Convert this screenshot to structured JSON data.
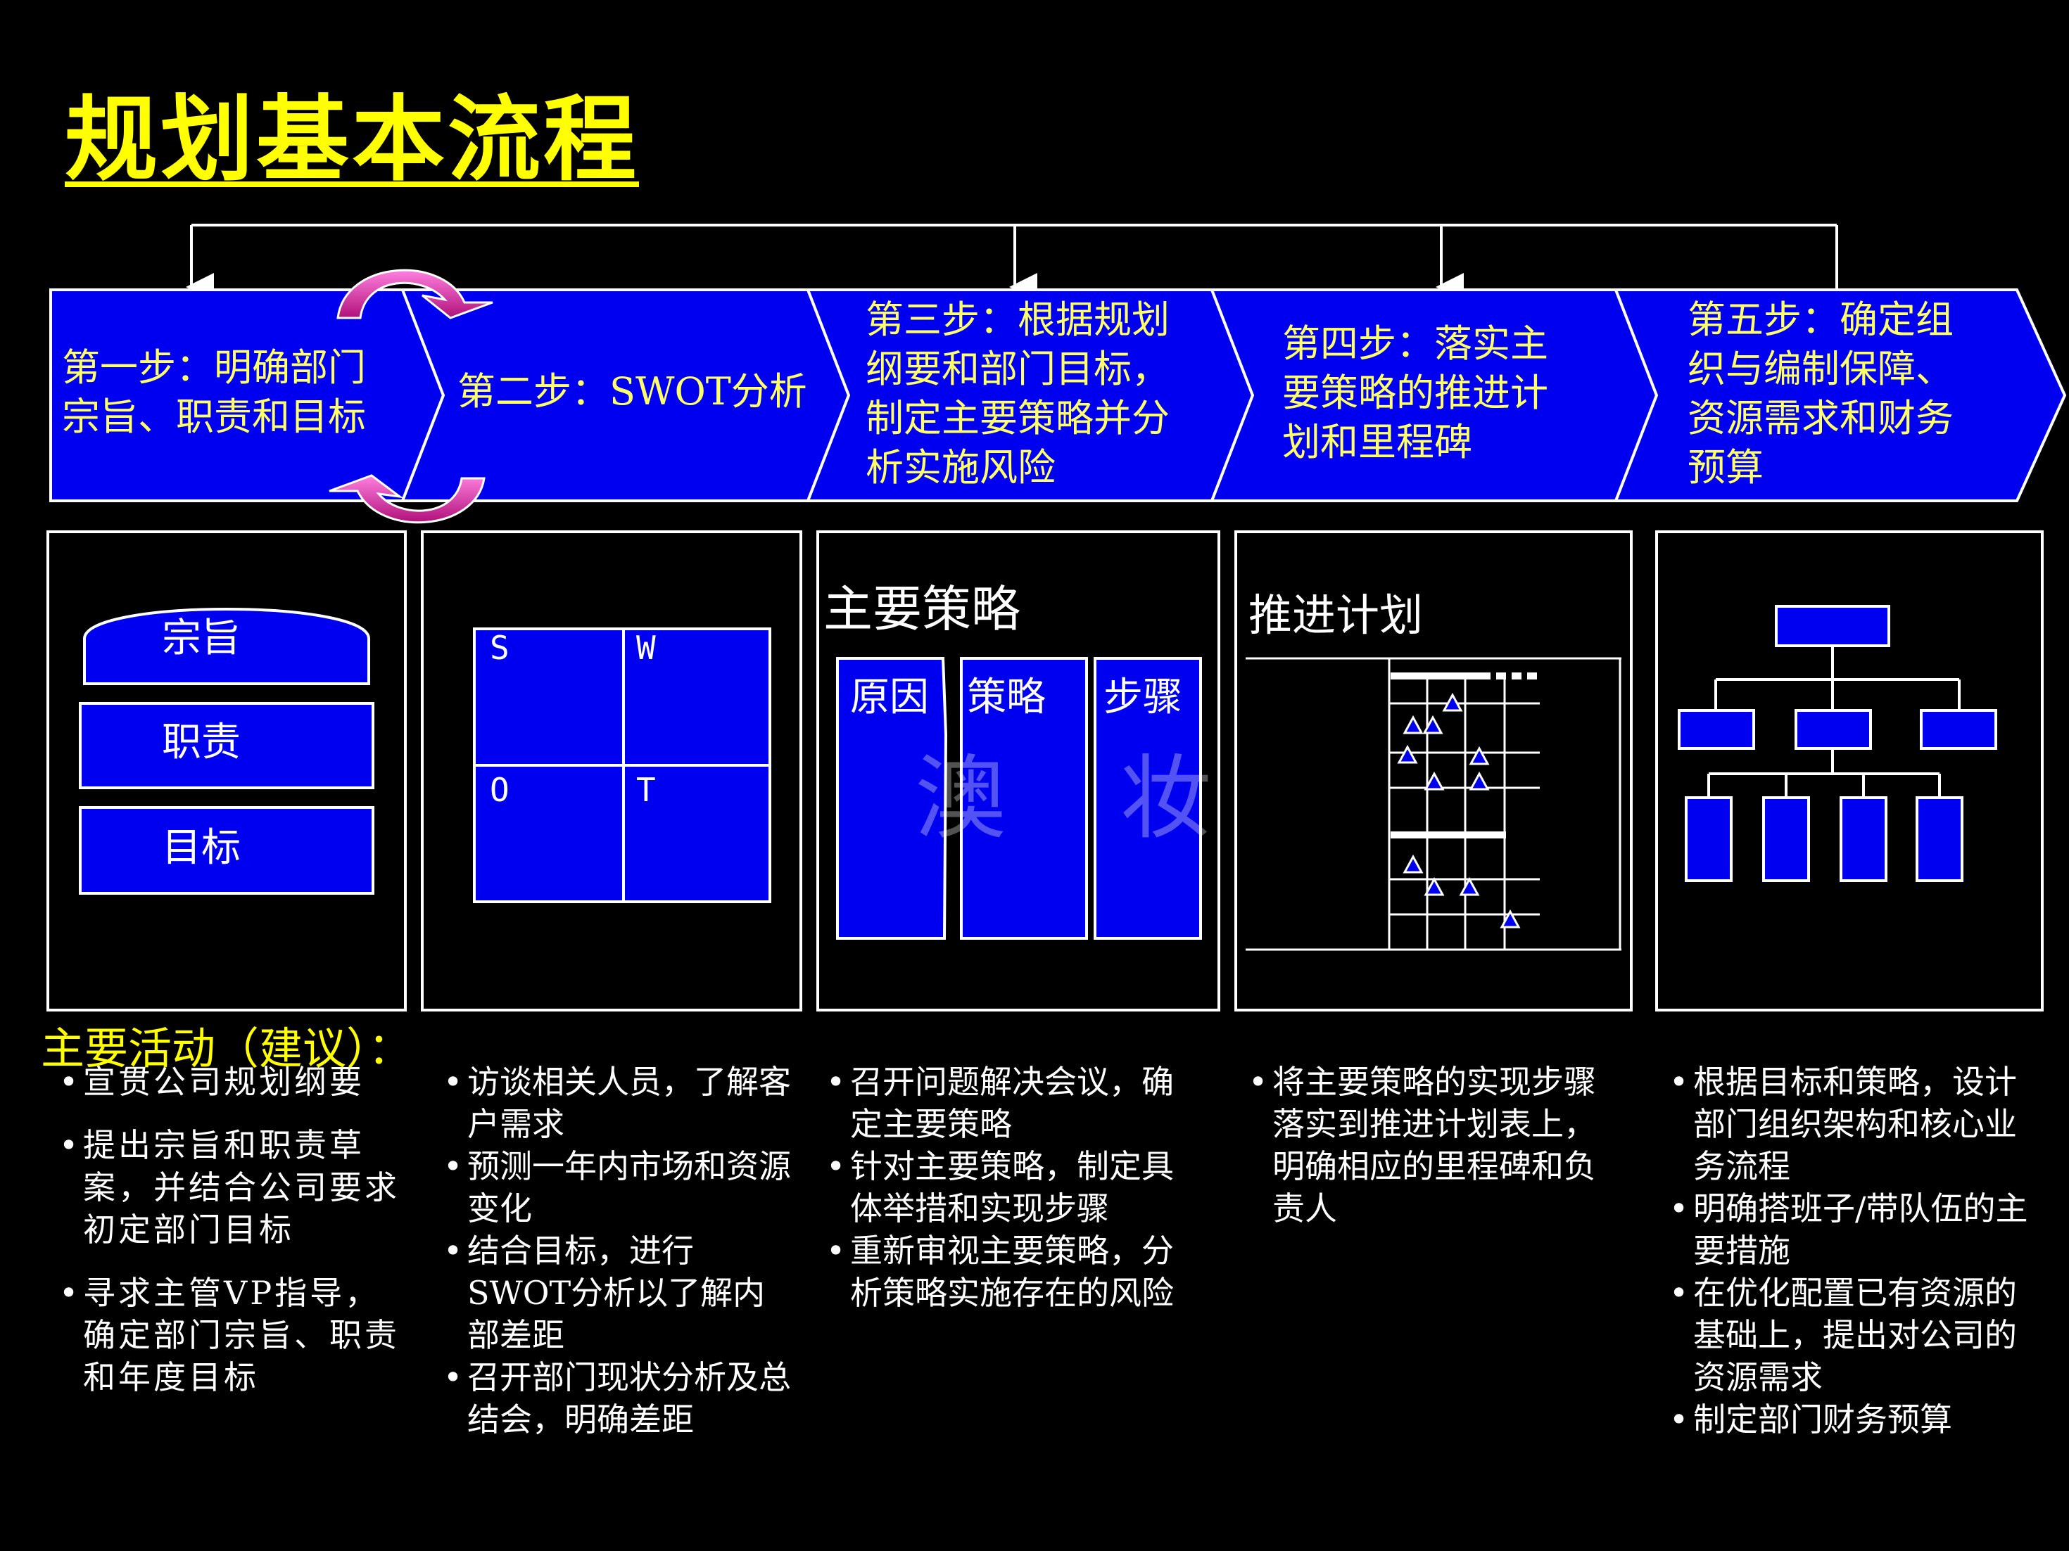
{
  "title": "规划基本流程",
  "steps": [
    {
      "lines": [
        "第一步：明确部门",
        "宗旨、职责和目标"
      ]
    },
    {
      "lines": [
        "第二步：SWOT分析"
      ]
    },
    {
      "lines": [
        "第三步：根据规划",
        "纲要和部门目标，",
        "制定主要策略并分",
        "析实施风险"
      ]
    },
    {
      "lines": [
        "第四步：落实主",
        "要策略的推进计",
        "划和里程碑"
      ]
    },
    {
      "lines": [
        "第五步：确定组",
        "织与编制保障、",
        "资源需求和财务",
        "预算"
      ]
    }
  ],
  "panel1": {
    "items": [
      "宗旨",
      "职责",
      "目标"
    ]
  },
  "panel2": {
    "quadrants": [
      "S",
      "W",
      "O",
      "T"
    ]
  },
  "panel3": {
    "title": "主要策略",
    "columns": [
      "原因",
      "策略",
      "步骤"
    ]
  },
  "panel4": {
    "title": "推进计划"
  },
  "watermark": "澳 妆",
  "activities": {
    "heading": "主要活动（建议）：",
    "columns": [
      [
        "宣贯公司规划纲要",
        "提出宗旨和职责草案，并结合公司要求初定部门目标",
        "寻求主管VP指导，确定部门宗旨、职责和年度目标"
      ],
      [
        "访谈相关人员，了解客户需求",
        "预测一年内市场和资源变化",
        "结合目标，进行SWOT分析以了解内部差距",
        "召开部门现状分析及总结会，明确差距"
      ],
      [
        "召开问题解决会议，确定主要策略",
        "针对主要策略，制定具体举措和实现步骤",
        "重新审视主要策略，分析策略实施存在的风险"
      ],
      [
        "将主要策略的实现步骤落实到推进计划表上，明确相应的里程碑和负责人"
      ],
      [
        "根据目标和策略，设计部门组织架构和核心业务流程",
        "明确搭班子/带队伍的主要措施",
        "在优化配置已有资源的基础上，提出对公司的资源需求",
        "制定部门财务预算"
      ]
    ]
  },
  "colors": {
    "background": "#000000",
    "blue": "#0000f0",
    "title": "#ffff00",
    "step_text": "#ffff66",
    "arrow": "#e020a0"
  }
}
